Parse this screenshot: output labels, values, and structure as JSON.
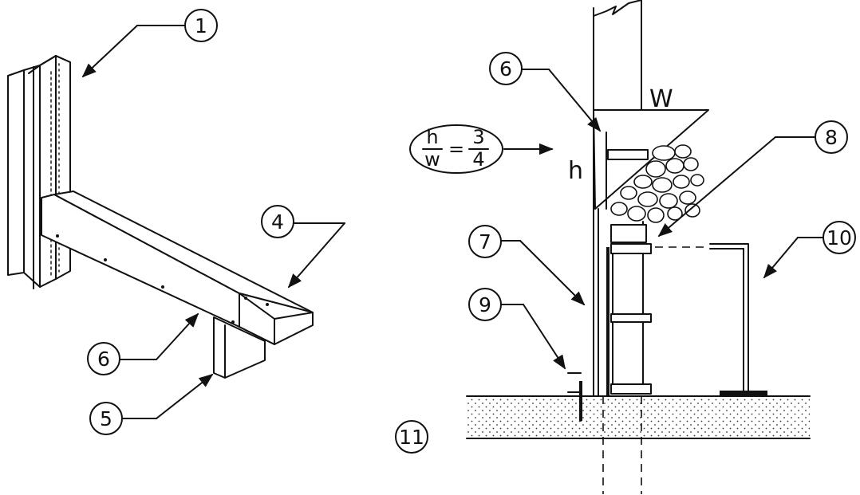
{
  "callouts": {
    "c1": "1",
    "c4": "4",
    "c5": "5",
    "c6_left": "6",
    "c6_right": "6",
    "c7": "7",
    "c8": "8",
    "c9": "9",
    "c10": "10",
    "c11": "11"
  },
  "section": {
    "width_label": "W",
    "height_label": "h"
  },
  "ratio": {
    "num_left": "h",
    "den_left": "w",
    "equals": "=",
    "num_right": "3",
    "den_right": "4"
  }
}
